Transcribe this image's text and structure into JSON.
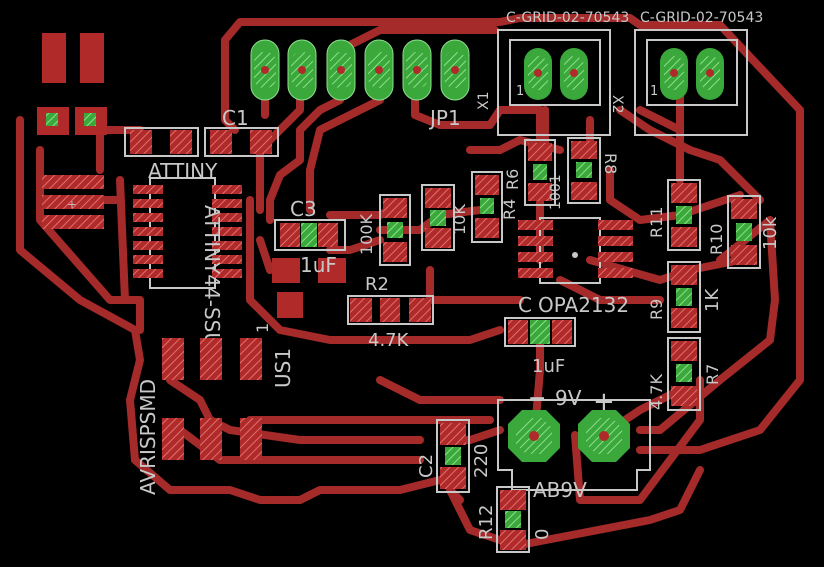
{
  "labels": {
    "x1_value": "C-GRID-02-70543",
    "x2_value": "C-GRID-02-70543",
    "x1_name": "X1",
    "x2_name": "X2",
    "jp1": "JP1",
    "c1": "C1",
    "c3": "C3",
    "c3_value": "1uF",
    "r2": "R2",
    "r2_value": "4.7K",
    "r100k": "100K",
    "r_10k_a": "10K",
    "r4": "R4",
    "r6": "R6",
    "r8": "R8",
    "ic_opa": "OPA2132",
    "c_label": "C",
    "c_value": "1uF",
    "r11": "R11",
    "r10": "R10",
    "r10_value": "10k",
    "r9": "R9",
    "r9_value": "1K",
    "r7": "R7",
    "r7_value": "4.7K",
    "attiny": "ATTINY",
    "attiny_pkg": "ATTINY44-SSU",
    "us1": "US1",
    "one": "1",
    "avr": "AVRISPSMD",
    "ab9v": "AB9V",
    "nine_v": "9V",
    "minus": "−",
    "plus": "+",
    "c2": "C2",
    "c2_value": "220",
    "r12": "R12",
    "r12_value": "0",
    "pin1_x1": "1",
    "pin1_x2": "1",
    "ic1_value": "1001"
  }
}
